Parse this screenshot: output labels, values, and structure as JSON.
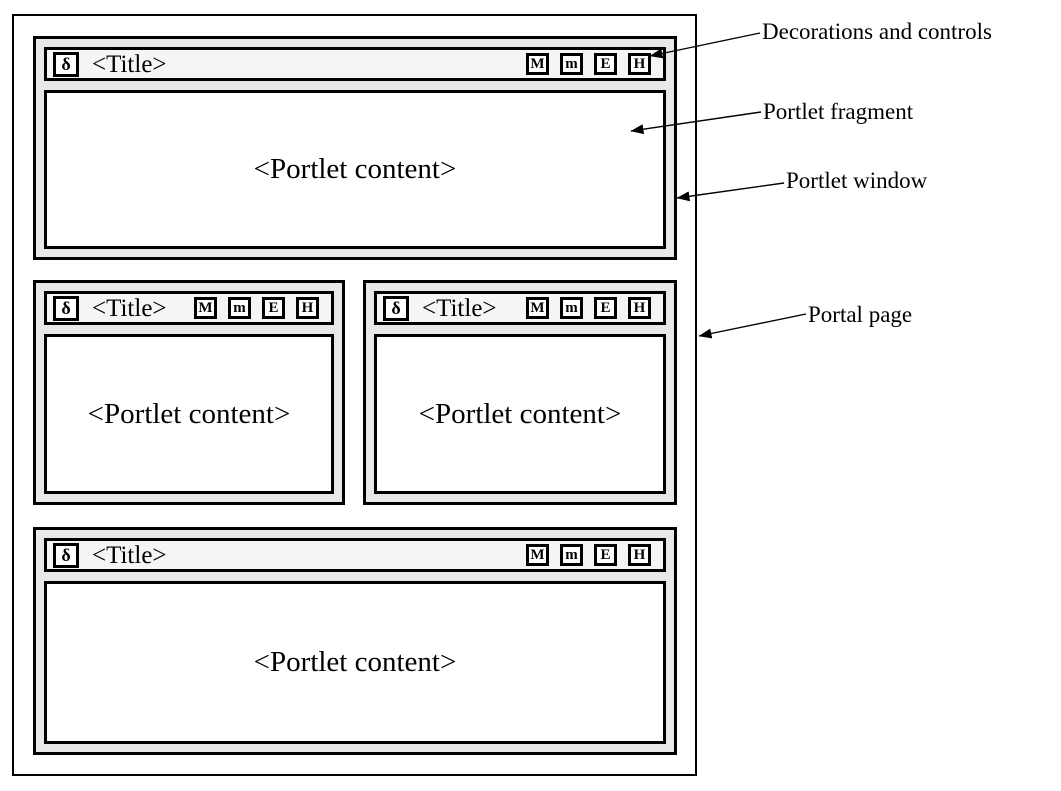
{
  "portlets": {
    "top": {
      "icon": "δ",
      "title": "<Title>",
      "controls": {
        "maximize": "M",
        "minimize": "m",
        "edit": "E",
        "help": "H"
      },
      "content": "<Portlet content>"
    },
    "middle_left": {
      "icon": "δ",
      "title": "<Title>",
      "controls": {
        "maximize": "M",
        "minimize": "m",
        "edit": "E",
        "help": "H"
      },
      "content": "<Portlet content>"
    },
    "middle_right": {
      "icon": "δ",
      "title": "<Title>",
      "controls": {
        "maximize": "M",
        "minimize": "m",
        "edit": "E",
        "help": "H"
      },
      "content": "<Portlet content>"
    },
    "bottom": {
      "icon": "δ",
      "title": "<Title>",
      "controls": {
        "maximize": "M",
        "minimize": "m",
        "edit": "E",
        "help": "H"
      },
      "content": "<Portlet content>"
    }
  },
  "annotations": {
    "decorations": "Decorations and controls",
    "fragment": "Portlet fragment",
    "window": "Portlet window",
    "page": "Portal page"
  },
  "colors": {
    "line": "#000000",
    "window_fill": "#e8e8e8",
    "titlebar_fill": "#f5f5f5",
    "content_fill": "#ffffff",
    "page_background": "#ffffff"
  }
}
